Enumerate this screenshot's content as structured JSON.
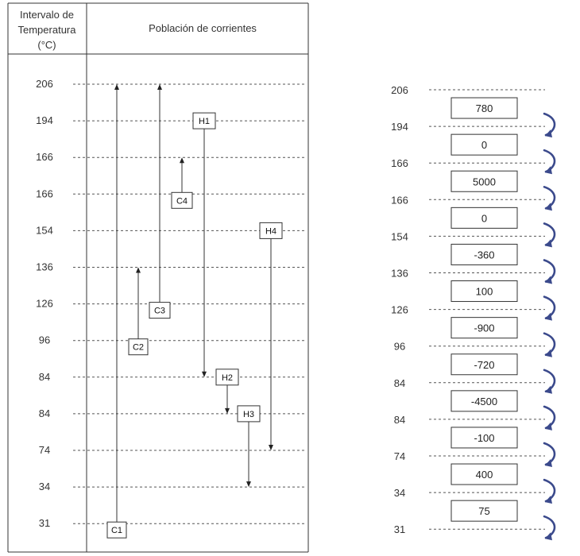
{
  "table": {
    "header_left": [
      "Intervalo  de",
      "Temperatura",
      "(°C)"
    ],
    "header_right": "Población de corrientes",
    "temperatures": [
      "206",
      "194",
      "166",
      "166",
      "154",
      "136",
      "126",
      "96",
      "84",
      "84",
      "74",
      "34",
      "31"
    ],
    "streams": [
      {
        "name": "C1",
        "kind": "cold",
        "from_interval": 12,
        "to_interval": 0
      },
      {
        "name": "C2",
        "kind": "cold",
        "from_interval": 7,
        "to_interval": 5
      },
      {
        "name": "C3",
        "kind": "cold",
        "from_interval": 6,
        "to_interval": 0
      },
      {
        "name": "C4",
        "kind": "cold",
        "from_interval": 3,
        "to_interval": 2
      },
      {
        "name": "H1",
        "kind": "hot",
        "from_interval": 1,
        "to_interval": 8
      },
      {
        "name": "H2",
        "kind": "hot",
        "from_interval": 8,
        "to_interval": 9
      },
      {
        "name": "H3",
        "kind": "hot",
        "from_interval": 9,
        "to_interval": 11
      },
      {
        "name": "H4",
        "kind": "hot",
        "from_interval": 4,
        "to_interval": 10
      }
    ]
  },
  "cascade": {
    "temperatures": [
      "206",
      "194",
      "166",
      "166",
      "154",
      "136",
      "126",
      "96",
      "84",
      "84",
      "74",
      "34",
      "31"
    ],
    "values": [
      "780",
      "0",
      "5000",
      "0",
      "-360",
      "100",
      "-900",
      "-720",
      "-4500",
      "-100",
      "400",
      "75"
    ]
  },
  "colors": {
    "arrow": "#3b4a8c",
    "line": "#555555",
    "border": "#333333"
  }
}
